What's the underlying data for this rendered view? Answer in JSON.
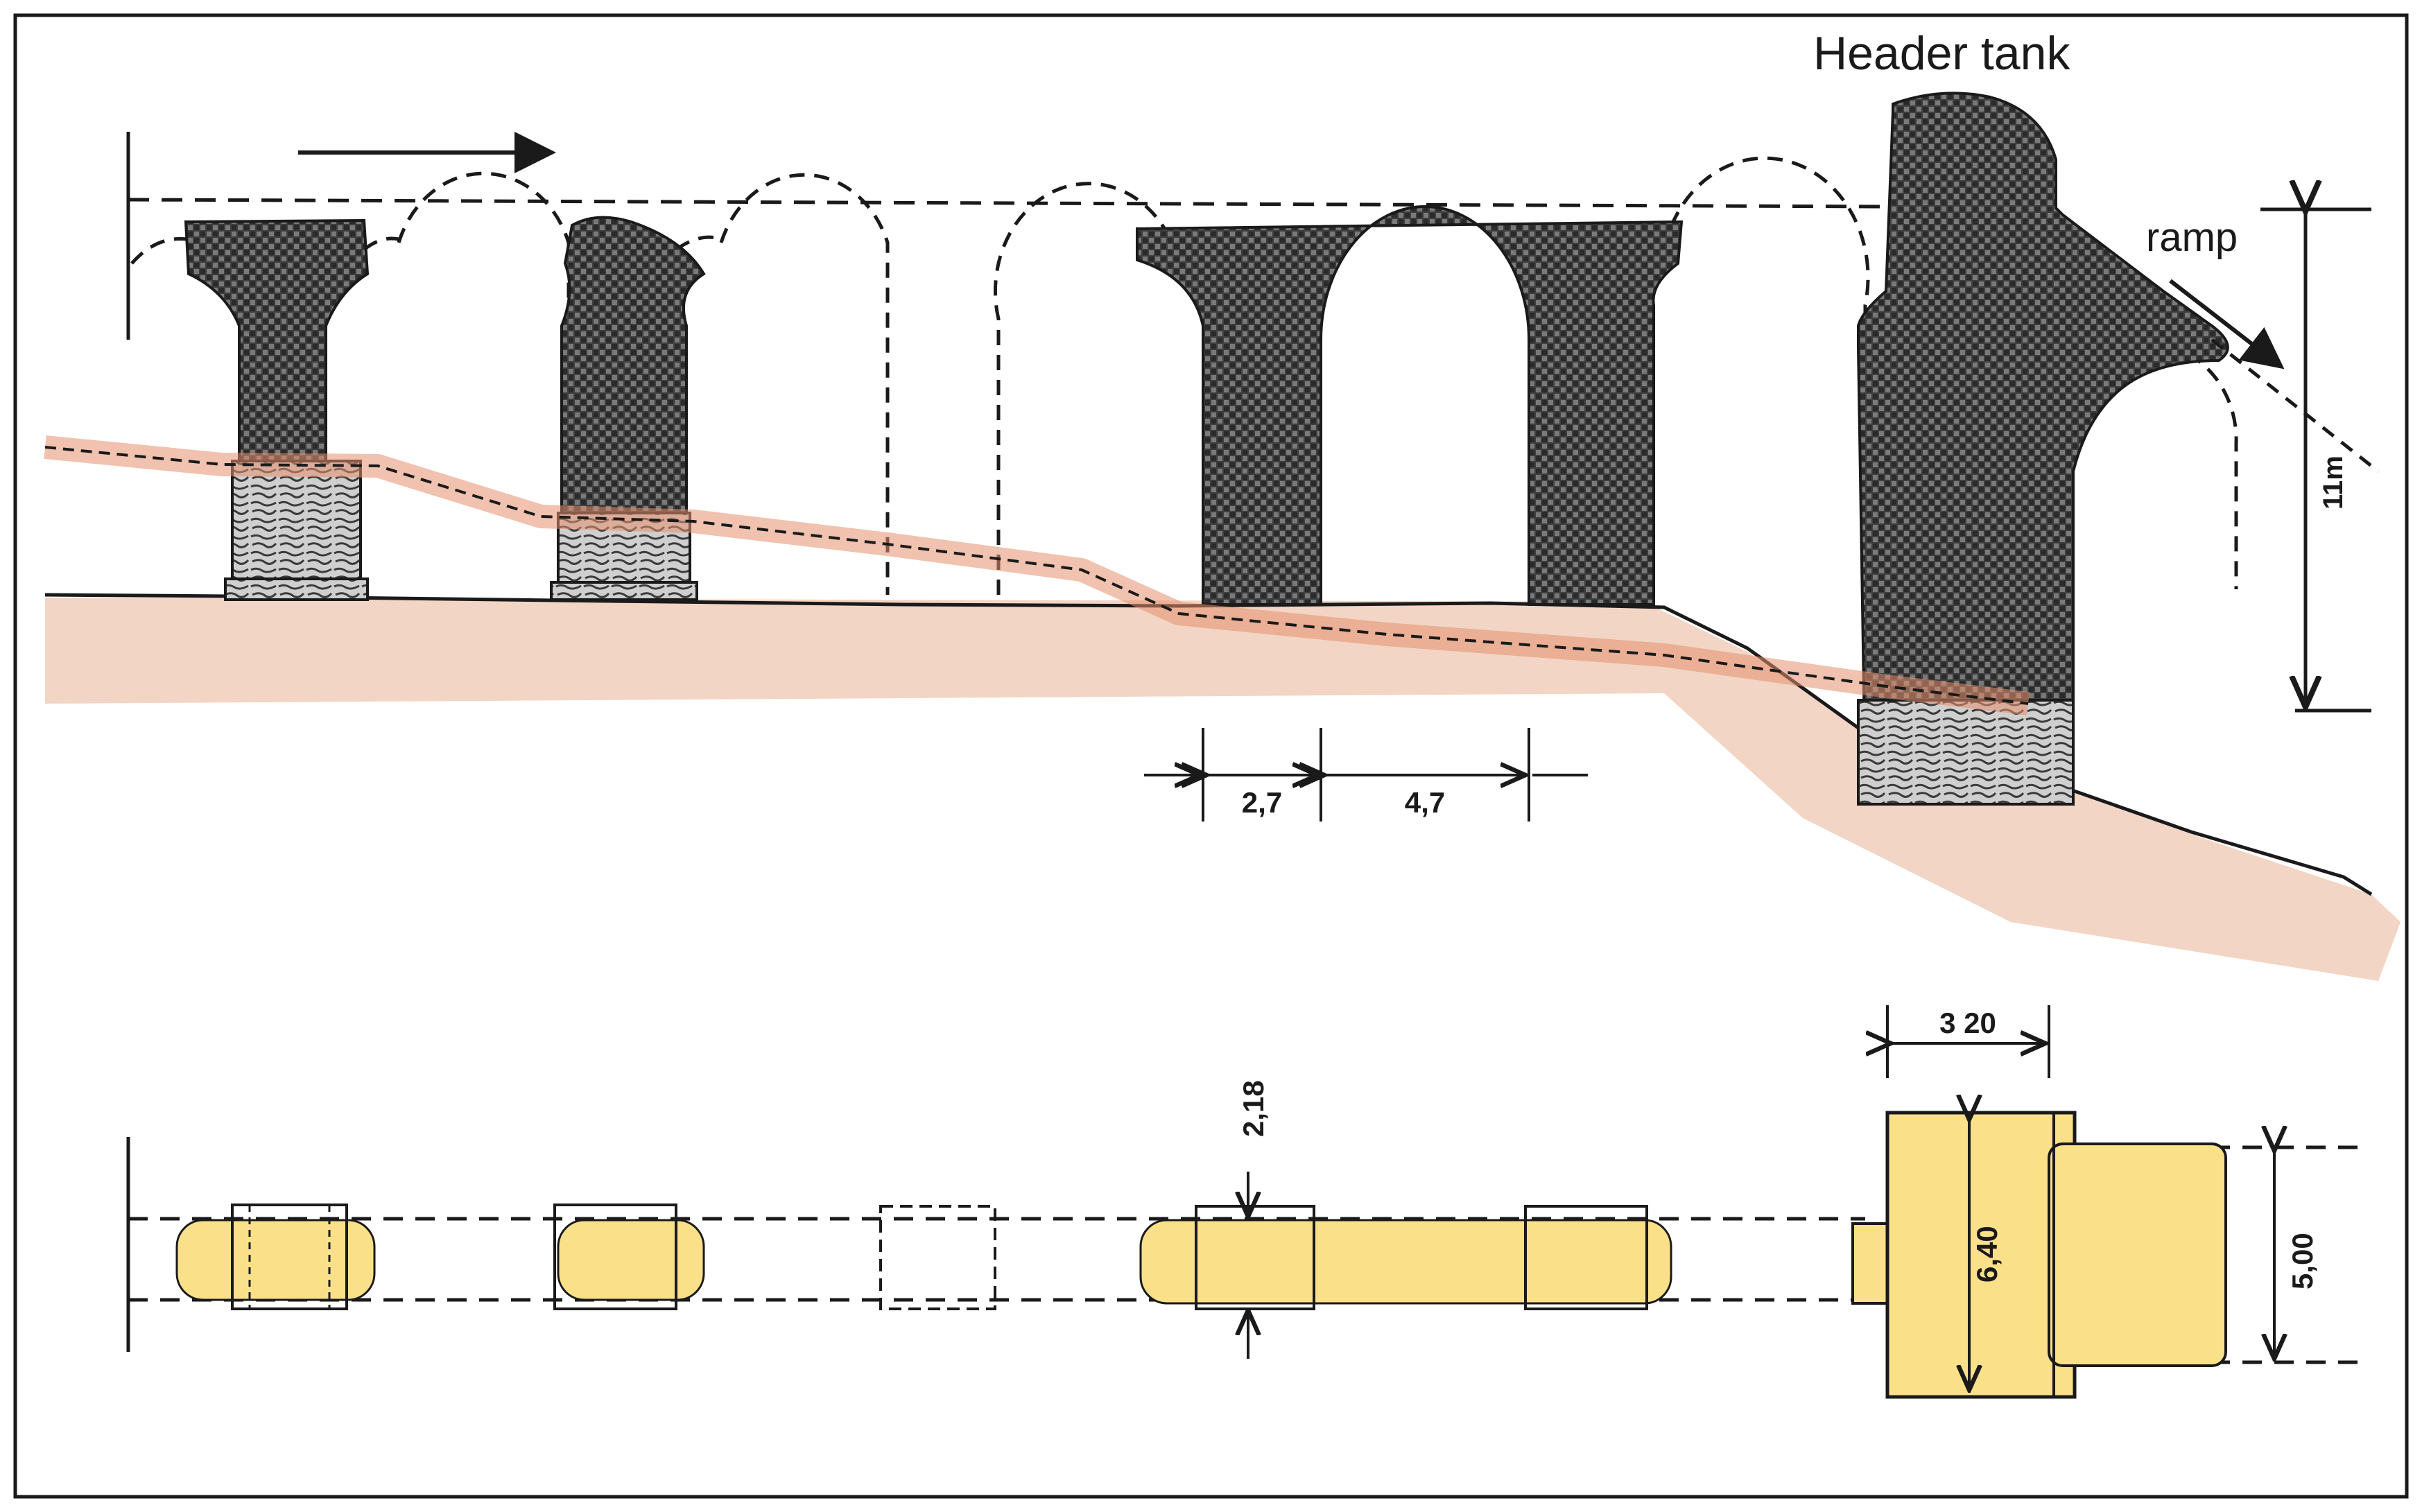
{
  "labels": {
    "header_tank": "Header tank",
    "ramp": "ramp",
    "height_11m": "11m"
  },
  "dimensions": {
    "pier_width": "2,7",
    "arch_span": "4,7",
    "tank_width": "3 20",
    "pier_depth": "2,18",
    "tank_depth": "6,40",
    "channel_width": "5,00"
  },
  "colors": {
    "paper": "#ffffff",
    "ink": "#1a1a1a",
    "masonry": "#4a4a4a",
    "masonry_light": "#8a8a8a",
    "ground": "#f2d5c4",
    "water_line": "#e38f6e",
    "plan_fill": "#fbe08a"
  },
  "icons": {
    "flow_arrow": "arrow-right-icon",
    "ramp_arrow": "arrow-down-right-icon"
  }
}
